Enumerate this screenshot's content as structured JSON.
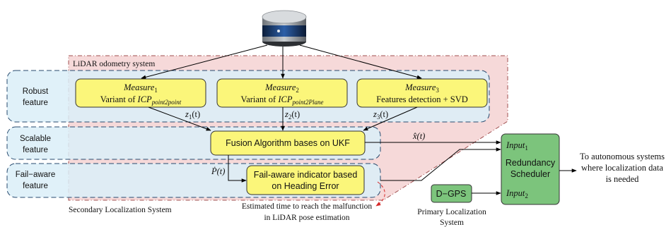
{
  "odometry_label": "LiDAR odometry system",
  "rows": {
    "robust": [
      "Robust",
      "feature"
    ],
    "scalable": [
      "Scalable",
      "feature"
    ],
    "failaware": [
      "Fail−aware",
      "feature"
    ]
  },
  "measures": [
    {
      "name": "Measure",
      "sub": "1",
      "line2": "Variant of ",
      "icp": "ICP",
      "icp_sub": "point2point",
      "z_label": "z",
      "z_sub": "1",
      "z_arg": "(t)"
    },
    {
      "name": "Measure",
      "sub": "2",
      "line2": "Variant of ",
      "icp": "ICP",
      "icp_sub": "point2Plane",
      "z_label": "z",
      "z_sub": "2",
      "z_arg": "(t)"
    },
    {
      "name": "Measure",
      "sub": "3",
      "line2": "Features detection + SVD",
      "z_label": "z",
      "z_sub": "3",
      "z_arg": "(t)"
    }
  ],
  "fusion_label": "Fusion Algorithm bases on UKF",
  "failaware_box": [
    "Fail-aware indicator based",
    "on Heading Error"
  ],
  "xhat_label": "x̂(t)",
  "pdot_label": "Ṗ(t)",
  "secondary_label": "Secondary Localization System",
  "estimated_time": [
    "Estimated time to reach the malfunction",
    "in LiDAR pose estimation"
  ],
  "dgps_label": "D−GPS",
  "primary_label": [
    "Primary Localization",
    "System"
  ],
  "scheduler": {
    "input1": "Input",
    "input1_sub": "1",
    "title": [
      "Redundancy",
      "Scheduler"
    ],
    "input2": "Input",
    "input2_sub": "2"
  },
  "output_label": [
    "To autonomous systems",
    "where localization data",
    "is needed"
  ],
  "colors": {
    "pink_region": "#f6d9d9",
    "blue_band": "#dbeef8",
    "yellow_box": "#fbf67a",
    "green_box": "#7cc47c"
  }
}
